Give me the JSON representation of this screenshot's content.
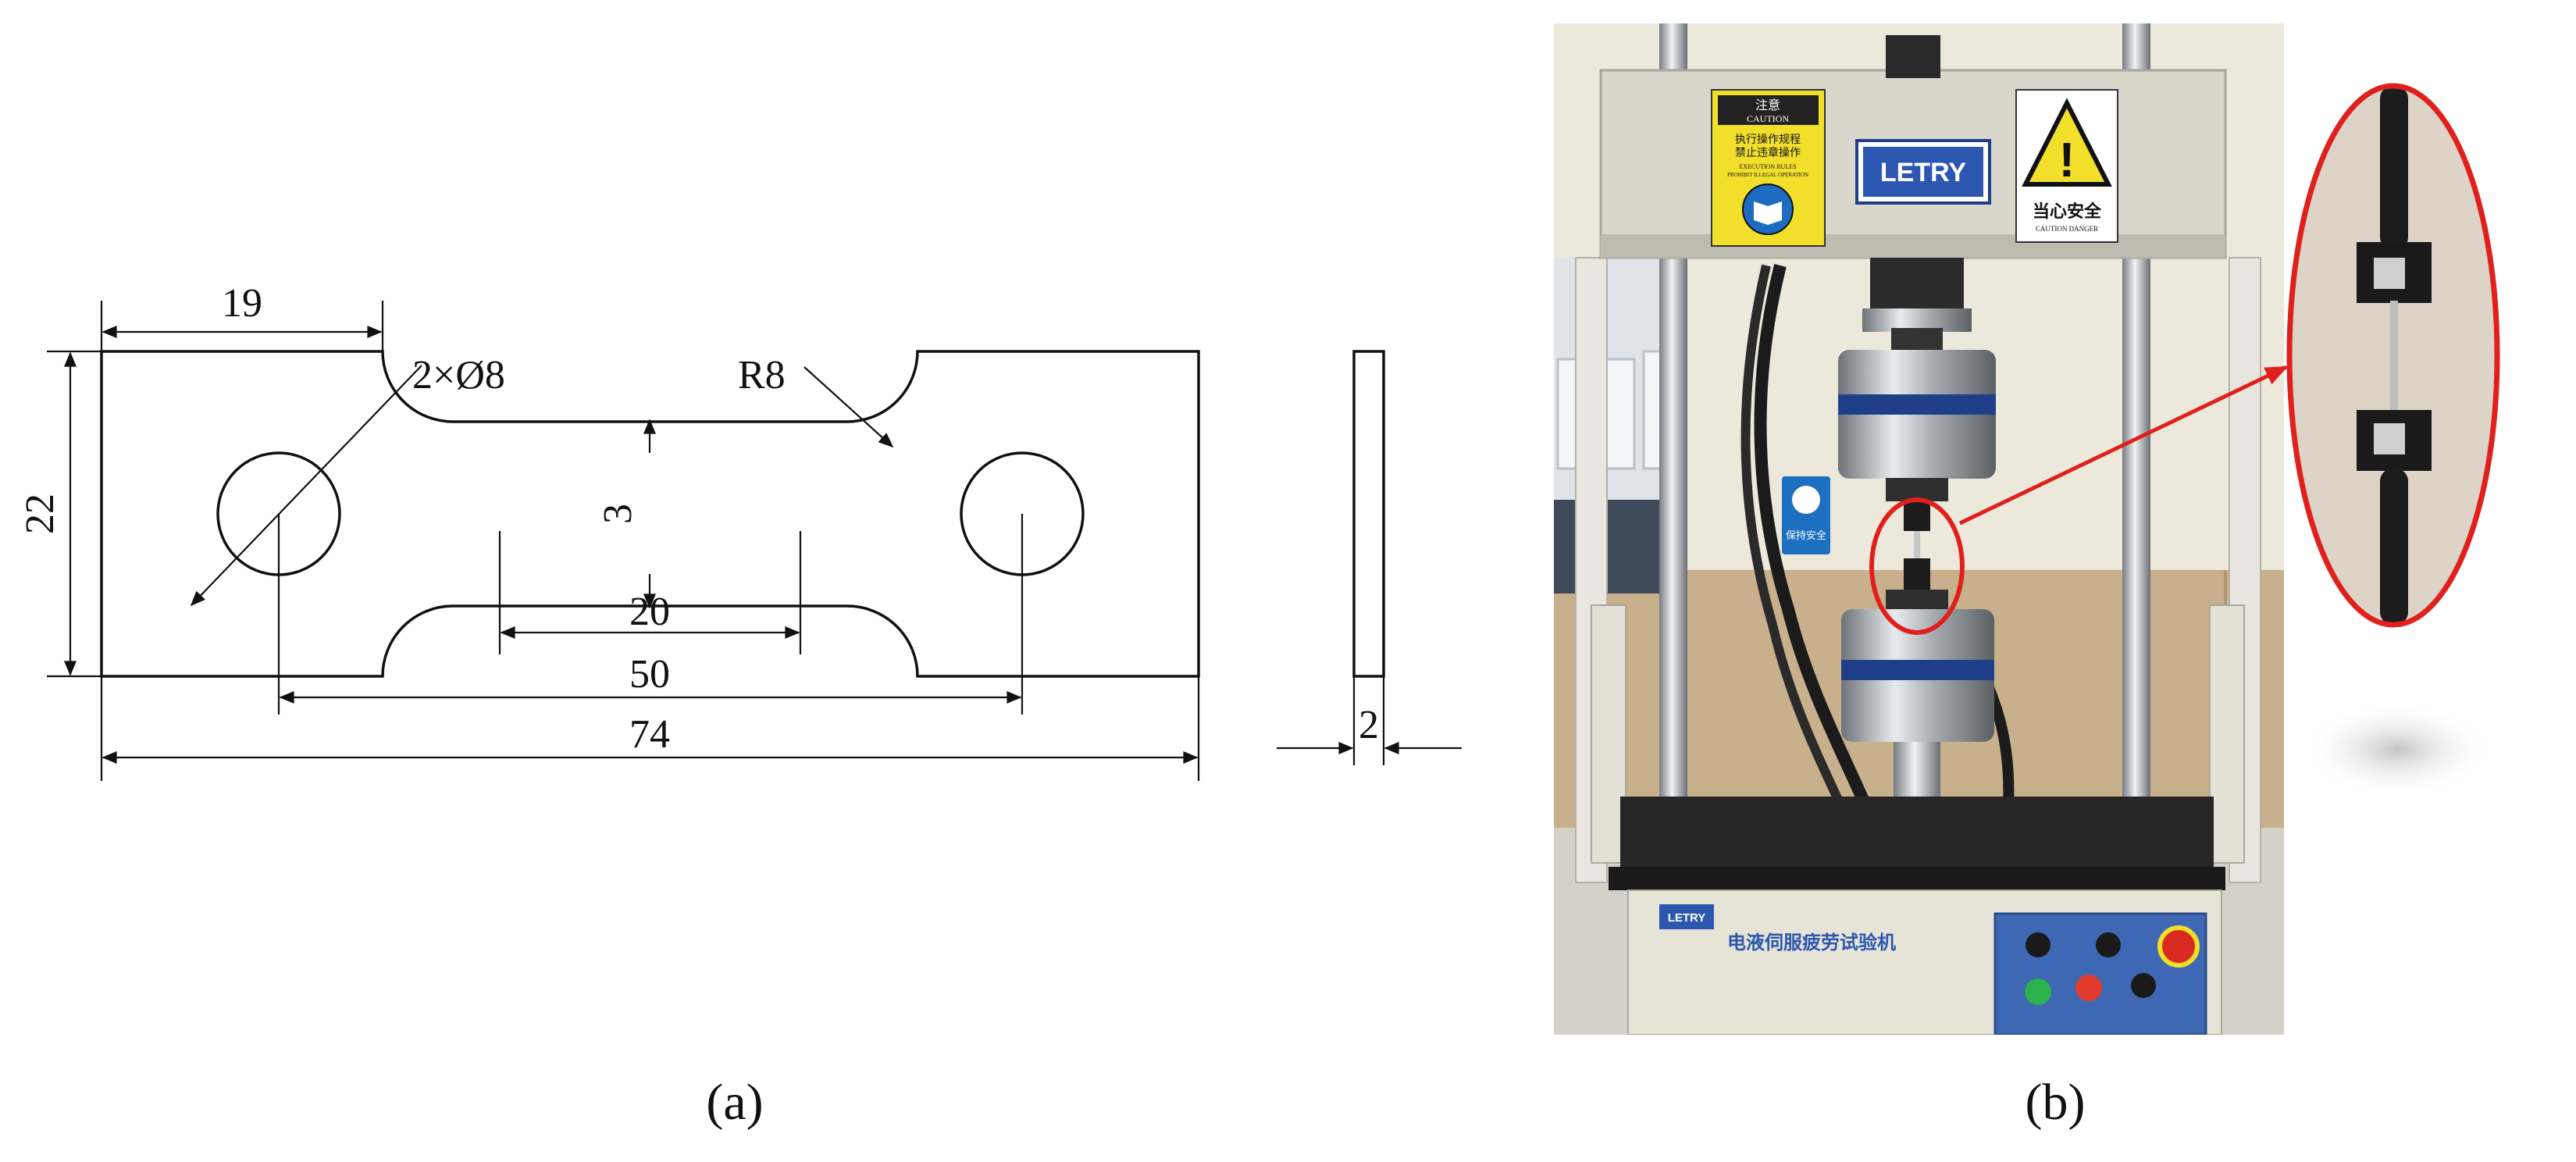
{
  "figure": {
    "panel_a": {
      "caption": "(a)",
      "dims": {
        "grip_length": "19",
        "height": "22",
        "holes": "2×Ø8",
        "radius": "R8",
        "neck_width": "3",
        "gauge_length": "20",
        "hole_spacing": "50",
        "total_length": "74",
        "thickness": "2"
      }
    },
    "panel_b": {
      "caption": "(b)",
      "machine": {
        "brand": "LETRY",
        "caution_title_cn": "注意",
        "caution_title_en": "CAUTION",
        "caution_lines_cn": [
          "执行操作规程",
          "禁止违章操作"
        ],
        "caution_lines_en": [
          "EXECUTION RULES",
          "PROHIBIT ILLEGAL OPERATION"
        ],
        "warning_cn": "当心安全",
        "warning_en": "CAUTION DANGER",
        "base_label": "电液伺服疲劳试验机",
        "base_brand": "LETRY",
        "safety_sign": "保持安全"
      }
    },
    "colors": {
      "line": "#111111",
      "highlight": "#e0201c",
      "machine_frame": "#d9d6cc",
      "chrome": "#a9adb2",
      "panel_blue": "#3f68b4",
      "caution_yellow": "#f2df2c"
    }
  }
}
